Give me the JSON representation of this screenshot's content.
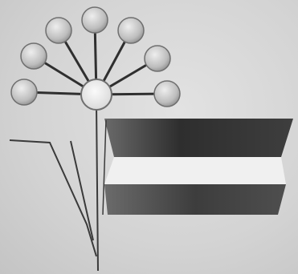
{
  "figure": {
    "caption_visible": "",
    "background_color": "#d6d6d6",
    "ink_color": "#2a2a2a",
    "flag_stripes": [
      {
        "position": "top",
        "color": "#3a3a3a"
      },
      {
        "position": "middle",
        "color": "#f2f2f2"
      },
      {
        "position": "bottom",
        "color": "#4a4a4a"
      }
    ],
    "emblem": {
      "type": "umbel-flower",
      "petal_count": 7,
      "petal_color": "#cfcfcf",
      "center_color": "#ececec"
    }
  }
}
